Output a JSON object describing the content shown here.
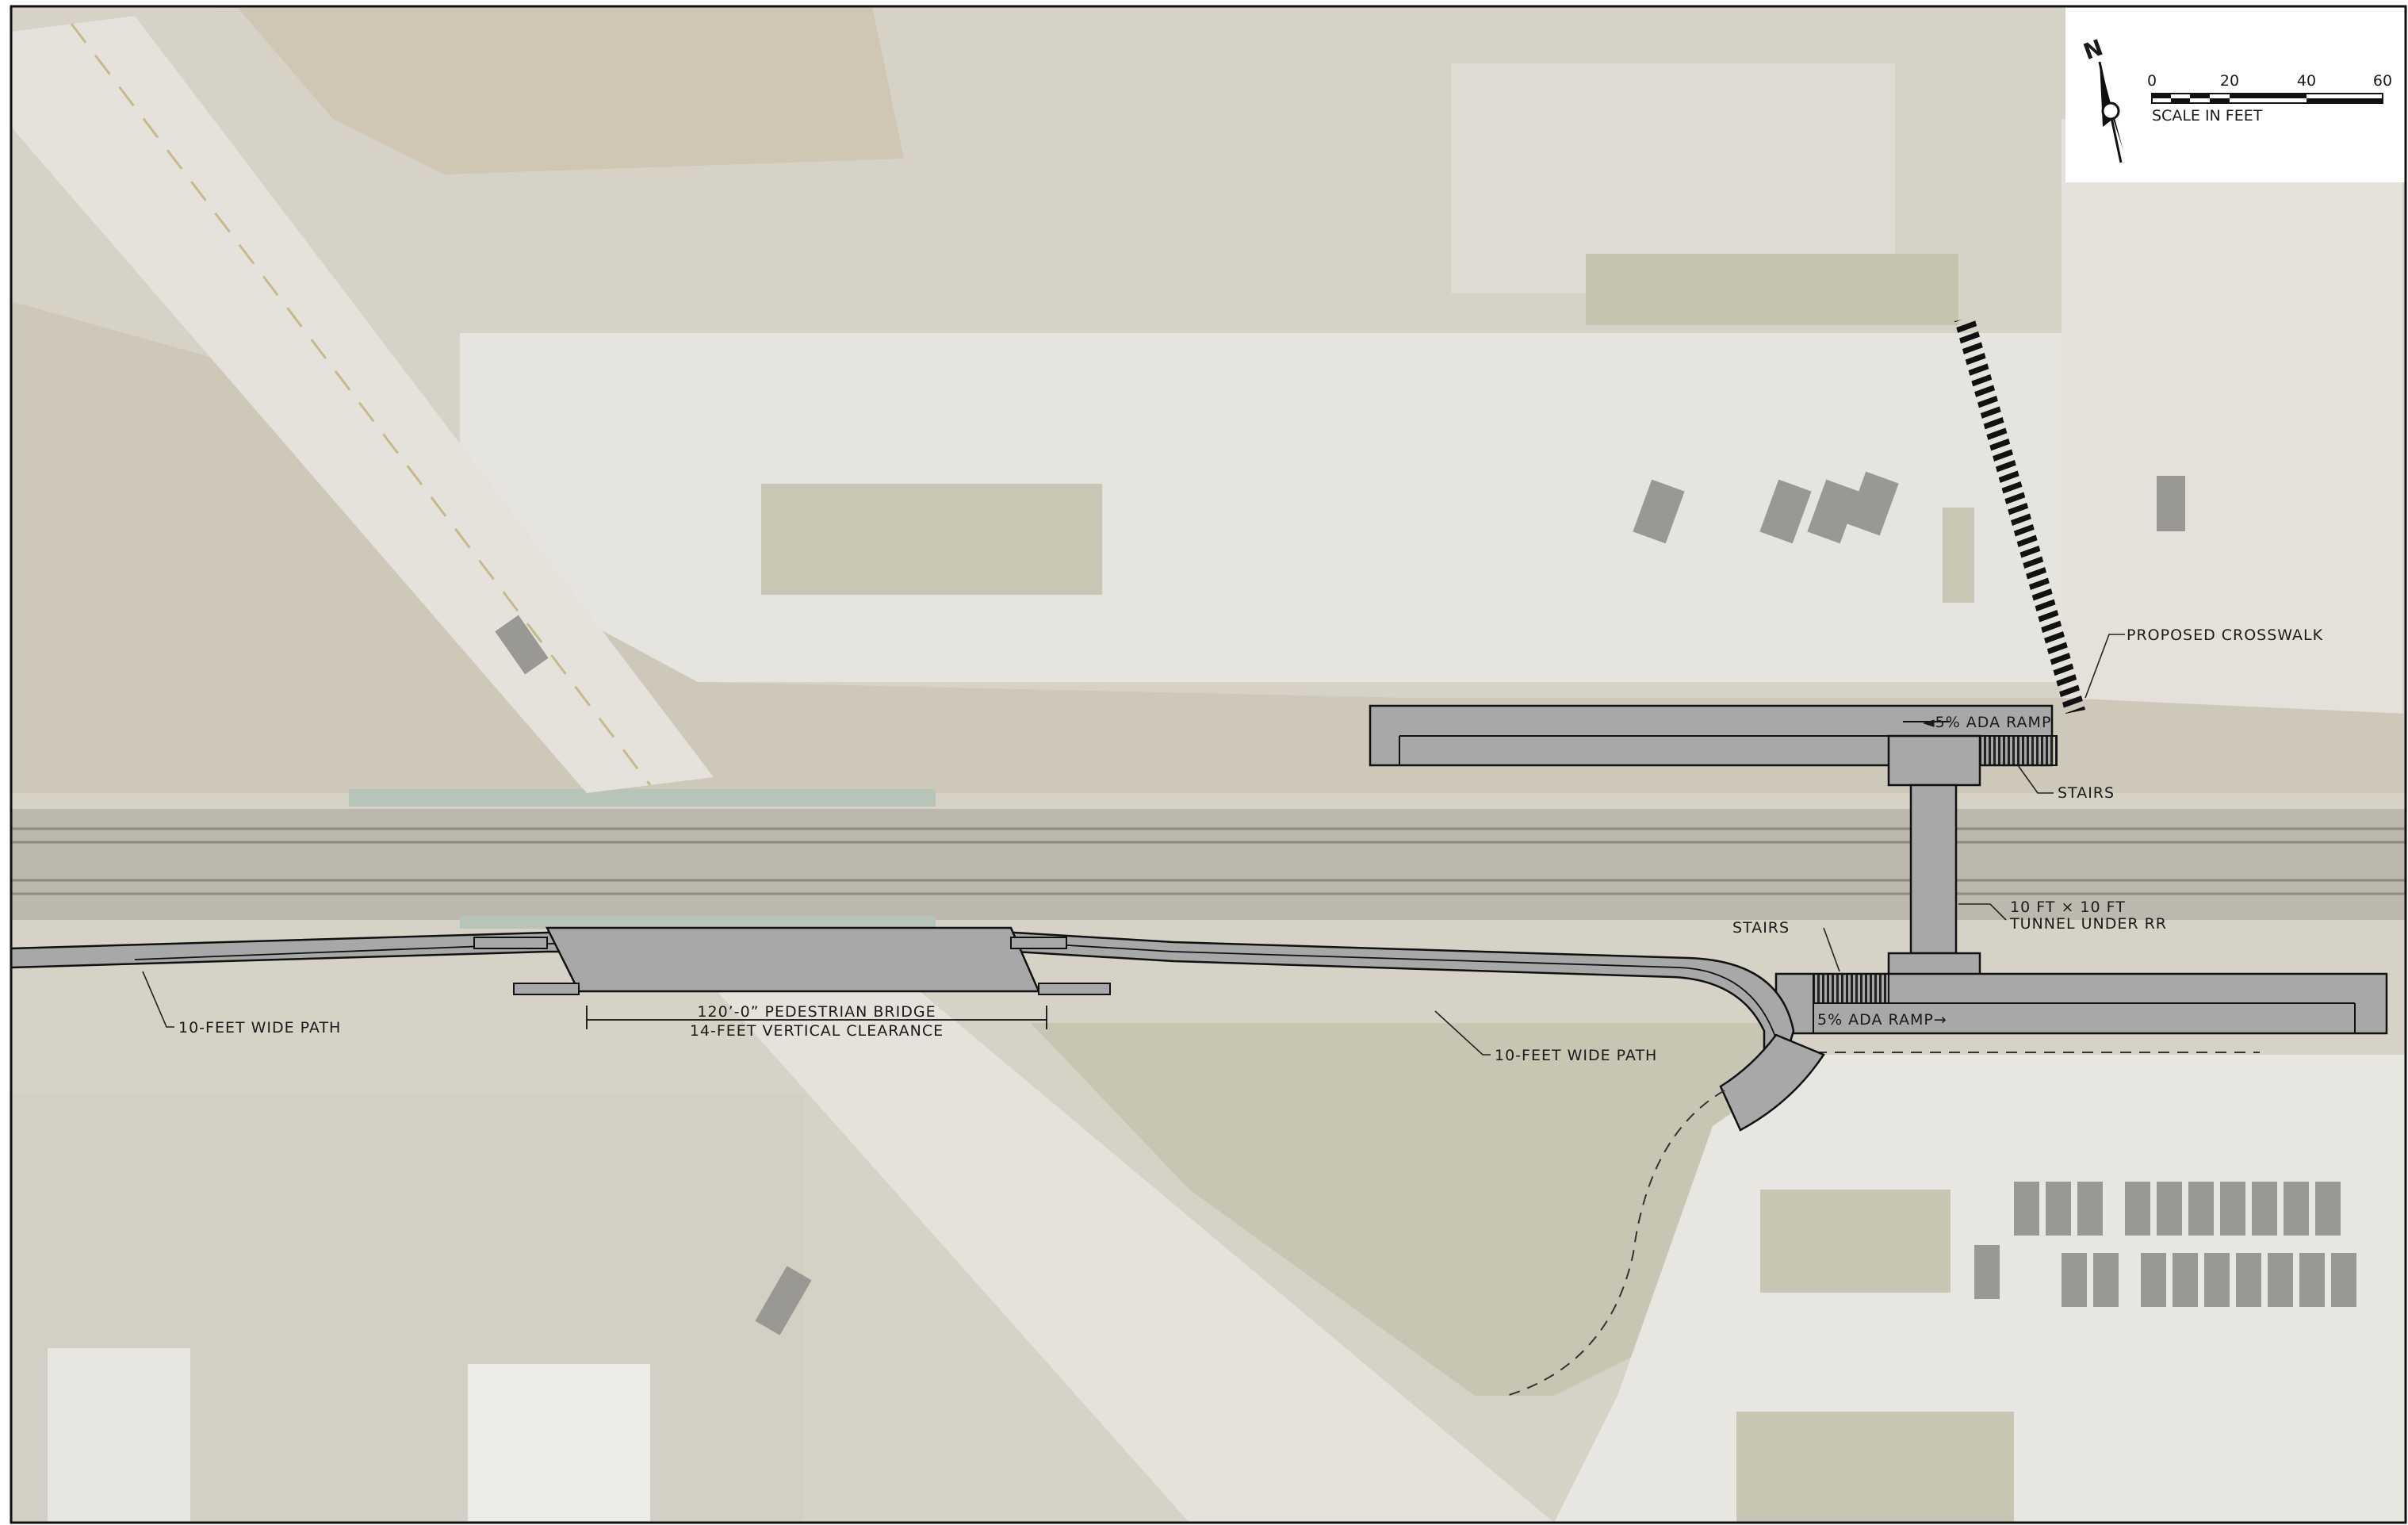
{
  "plan": {
    "north_arrow_label": "N",
    "scale_bar": {
      "ticks": [
        "0",
        "20",
        "40",
        "60"
      ],
      "caption": "SCALE IN FEET"
    },
    "annotations": {
      "proposed_crosswalk": "PROPOSED CROSSWALK",
      "ada_ramp_north": "◄5% ADA RAMP",
      "ada_ramp_south": "5% ADA RAMP→",
      "stairs_north": "STAIRS",
      "stairs_south": "STAIRS",
      "tunnel_line1": "10 FT × 10 FT",
      "tunnel_line2": "TUNNEL UNDER RR",
      "path_west": "10-FEET WIDE PATH",
      "path_east": "10-FEET WIDE PATH",
      "bridge_line1": "120’-0” PEDESTRIAN BRIDGE",
      "bridge_line2": "14-FEET VERTICAL CLEARANCE"
    },
    "colors": {
      "proposed_fill": "#a8a8a8",
      "aerial_base": "#d6d2c6",
      "pavement": "#e9e7e1",
      "rail_bed": "#b9b4aa",
      "grass": "#c8c6b2"
    }
  }
}
